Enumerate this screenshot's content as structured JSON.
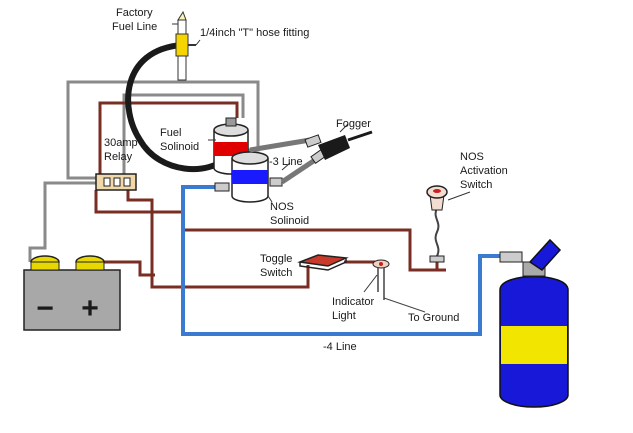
{
  "labels": {
    "factory_fuel_line": [
      "Factory",
      "Fuel Line"
    ],
    "t_fitting": "1/4inch  \"T\" hose fitting",
    "fogger": "Fogger",
    "fuel_solenoid": [
      "Fuel",
      "Solinoid"
    ],
    "relay": [
      "30amp",
      "Relay"
    ],
    "three_line": "-3 Line",
    "nos_solenoid": [
      "NOS",
      "Solinoid"
    ],
    "nos_activation": [
      "NOS",
      "Activation",
      "Switch"
    ],
    "toggle_switch": [
      "Toggle",
      "Switch"
    ],
    "indicator_light": [
      "Indicator",
      "Light"
    ],
    "to_ground": "To Ground",
    "four_line": "-4 Line"
  },
  "battery": {
    "minus": "−",
    "plus": "+"
  },
  "colors": {
    "fuel_red": "#e00000",
    "nos_blue": "#1a1aff",
    "blue_line": "#3a7ad0",
    "wire_red": "#7a2d22",
    "wire_gray": "#8a8a8a",
    "tank_blue": "#1818d8",
    "tank_band": "#f2e600",
    "battery_gray": "#a8a8a8",
    "terminal_yellow": "#e8d800"
  }
}
